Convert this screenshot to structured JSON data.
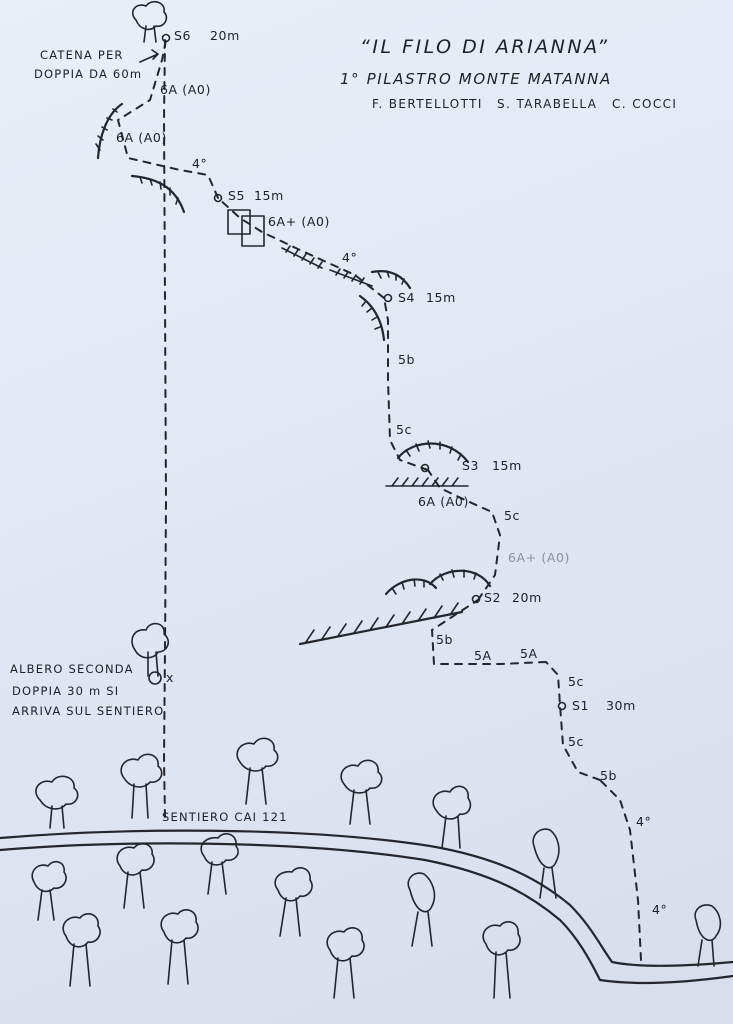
{
  "title": "“IL FILO DI ARIANNA”",
  "subtitle": "1° PILASTRO MONTE MATANNA",
  "authors": [
    "F. BERTELLOTTI",
    "S. TARABELLA",
    "C. COCCI"
  ],
  "notes": {
    "chain": [
      "CATENA PER",
      "DOPPIA DA 60m"
    ],
    "tree": [
      "ALBERO SECONDA",
      "DOPPIA 30 m SI",
      "ARRIVA SUL SENTIERO"
    ],
    "trail": "SENTIERO CAI 121"
  },
  "stations": [
    {
      "id": "S6",
      "length": "20m"
    },
    {
      "id": "S5",
      "length": "15m"
    },
    {
      "id": "S4",
      "length": "15m"
    },
    {
      "id": "S3",
      "length": "15m"
    },
    {
      "id": "S2",
      "length": "20m"
    },
    {
      "id": "S1",
      "length": "30m"
    }
  ],
  "grades": {
    "p1_a": "4°",
    "p1_b": "4°",
    "p1_c": "5b",
    "p1_d": "5c",
    "p2_a": "5c",
    "p2_b": "5A",
    "p2_c": "5A",
    "p2_d": "5b",
    "p3_a": "6A+ (A0)",
    "p3_b": "5c",
    "p3_c": "6A (A0)",
    "p4_a": "5c",
    "p4_b": "5b",
    "p5_a": "4°",
    "p5_b": "6A+ (A0)",
    "p6_a": "4°",
    "p6_b": "6A (A0)",
    "p6_c": "6A (A0)"
  },
  "marks": {
    "tree_x": "x"
  },
  "ink_color": "#23262d",
  "paper_color": "#e3e9f5"
}
